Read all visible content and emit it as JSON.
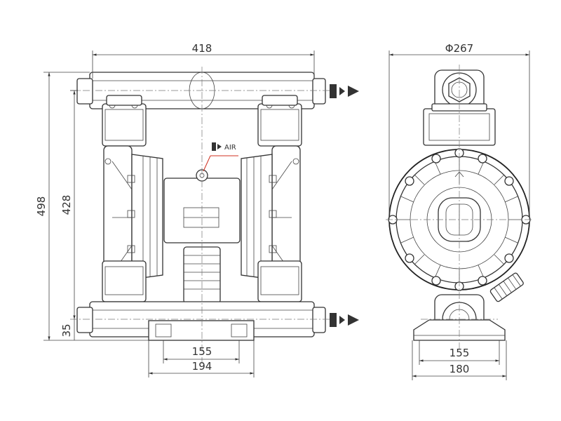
{
  "front_view": {
    "dims": {
      "overall_width": "418",
      "overall_height": "498",
      "height_to_outlet": "428",
      "inlet_height": "35",
      "foot_mount_spacing": "155",
      "foot_width": "194"
    },
    "air_label": "AIR"
  },
  "side_view": {
    "dims": {
      "diameter": "Φ267",
      "foot_mount_spacing": "155",
      "foot_width": "180"
    }
  }
}
